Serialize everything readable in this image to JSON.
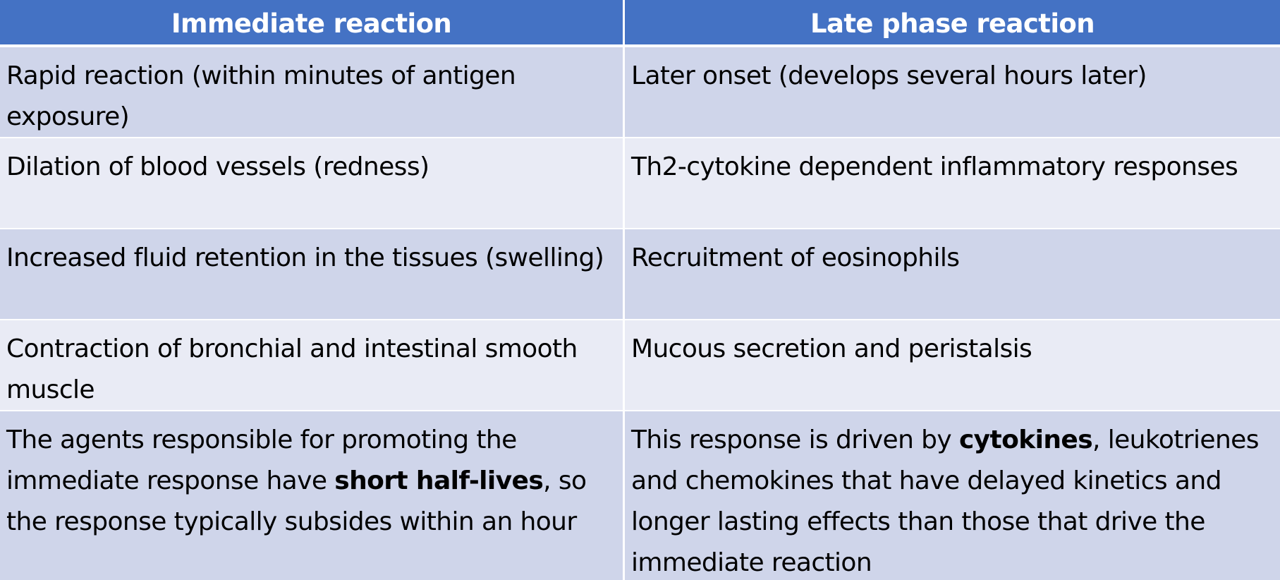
{
  "table": {
    "headers": [
      "Immediate reaction",
      "Late phase reaction"
    ],
    "rows": [
      {
        "left": "Rapid reaction (within minutes of antigen exposure)",
        "right": "Later onset (develops several hours later)"
      },
      {
        "left": "Dilation of blood vessels (redness)",
        "right": "Th2-cytokine dependent inflammatory responses"
      },
      {
        "left": "Increased fluid retention in the tissues (swelling)",
        "right": "Recruitment of eosinophils"
      },
      {
        "left": "Contraction of bronchial and intestinal smooth muscle",
        "right": "Mucous secretion and peristalsis"
      },
      {
        "left": {
          "before": "The agents responsible for promoting the immediate response have ",
          "bold": "short half-lives",
          "after": ", so the response typically subsides within an hour"
        },
        "right": {
          "before": "This response is driven by ",
          "bold": "cytokines",
          "after": ", leukotrienes and chemokines that have delayed kinetics and longer lasting effects than those that drive the immediate reaction"
        }
      }
    ]
  },
  "colors": {
    "header_bg": "#4472c4",
    "row_odd_bg": "#cfd5ea",
    "row_even_bg": "#e9ebf5",
    "header_text": "#ffffff",
    "body_text": "#000000"
  }
}
